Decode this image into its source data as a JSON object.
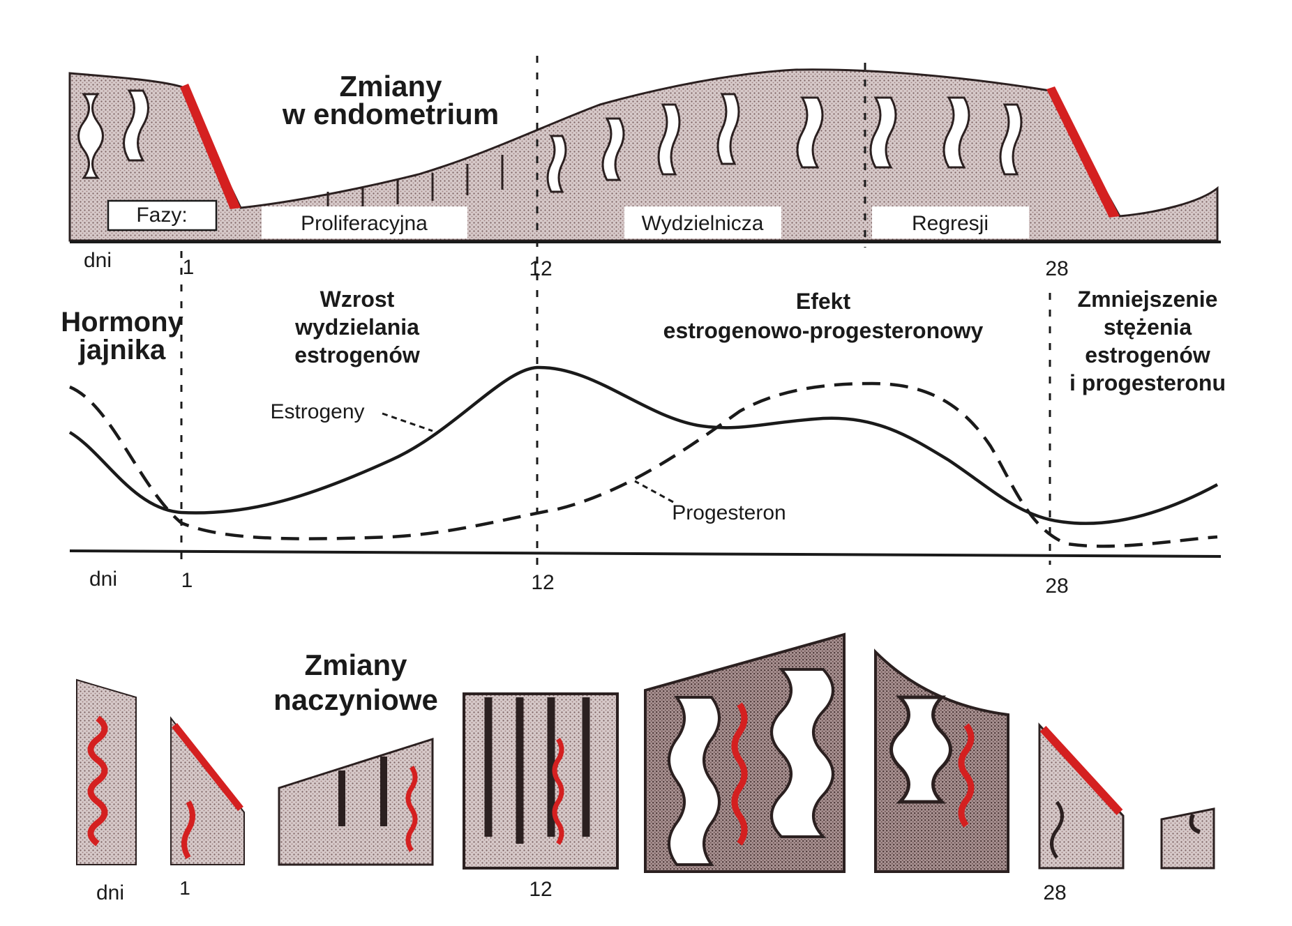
{
  "endometrium": {
    "title_line1": "Zmiany",
    "title_line2": "w endometrium",
    "phases_label": "Fazy:",
    "phase_proliferative": "Proliferacyjna",
    "phase_secretory": "Wydzielnicza",
    "phase_regression": "Regresji",
    "days_label": "dni",
    "tick_1": "1",
    "tick_12": "12",
    "tick_28": "28"
  },
  "hormones": {
    "title_line1": "Hormony",
    "title_line2": "jajnika",
    "phase1_line1": "Wzrost",
    "phase1_line2": "wydzielania",
    "phase1_line3": "estrogenów",
    "phase2_line1": "Efekt",
    "phase2_line2": "estrogenowo-progesteronowy",
    "phase3_line1": "Zmniejszenie",
    "phase3_line2": "stężenia",
    "phase3_line3": "estrogenów",
    "phase3_line4": "i progesteronu",
    "series_estrogen": "Estrogeny",
    "series_progesteron": "Progesteron",
    "days_label": "dni",
    "tick_1": "1",
    "tick_12": "12",
    "tick_28": "28"
  },
  "vascular": {
    "title_line1": "Zmiany",
    "title_line2": "naczyniowe",
    "days_label": "dni",
    "tick_1": "1",
    "tick_12": "12",
    "tick_28": "28"
  },
  "colors": {
    "ink": "#1a1a1a",
    "blood_red": "#d42020",
    "tissue_fill": "#c9b8b8"
  }
}
